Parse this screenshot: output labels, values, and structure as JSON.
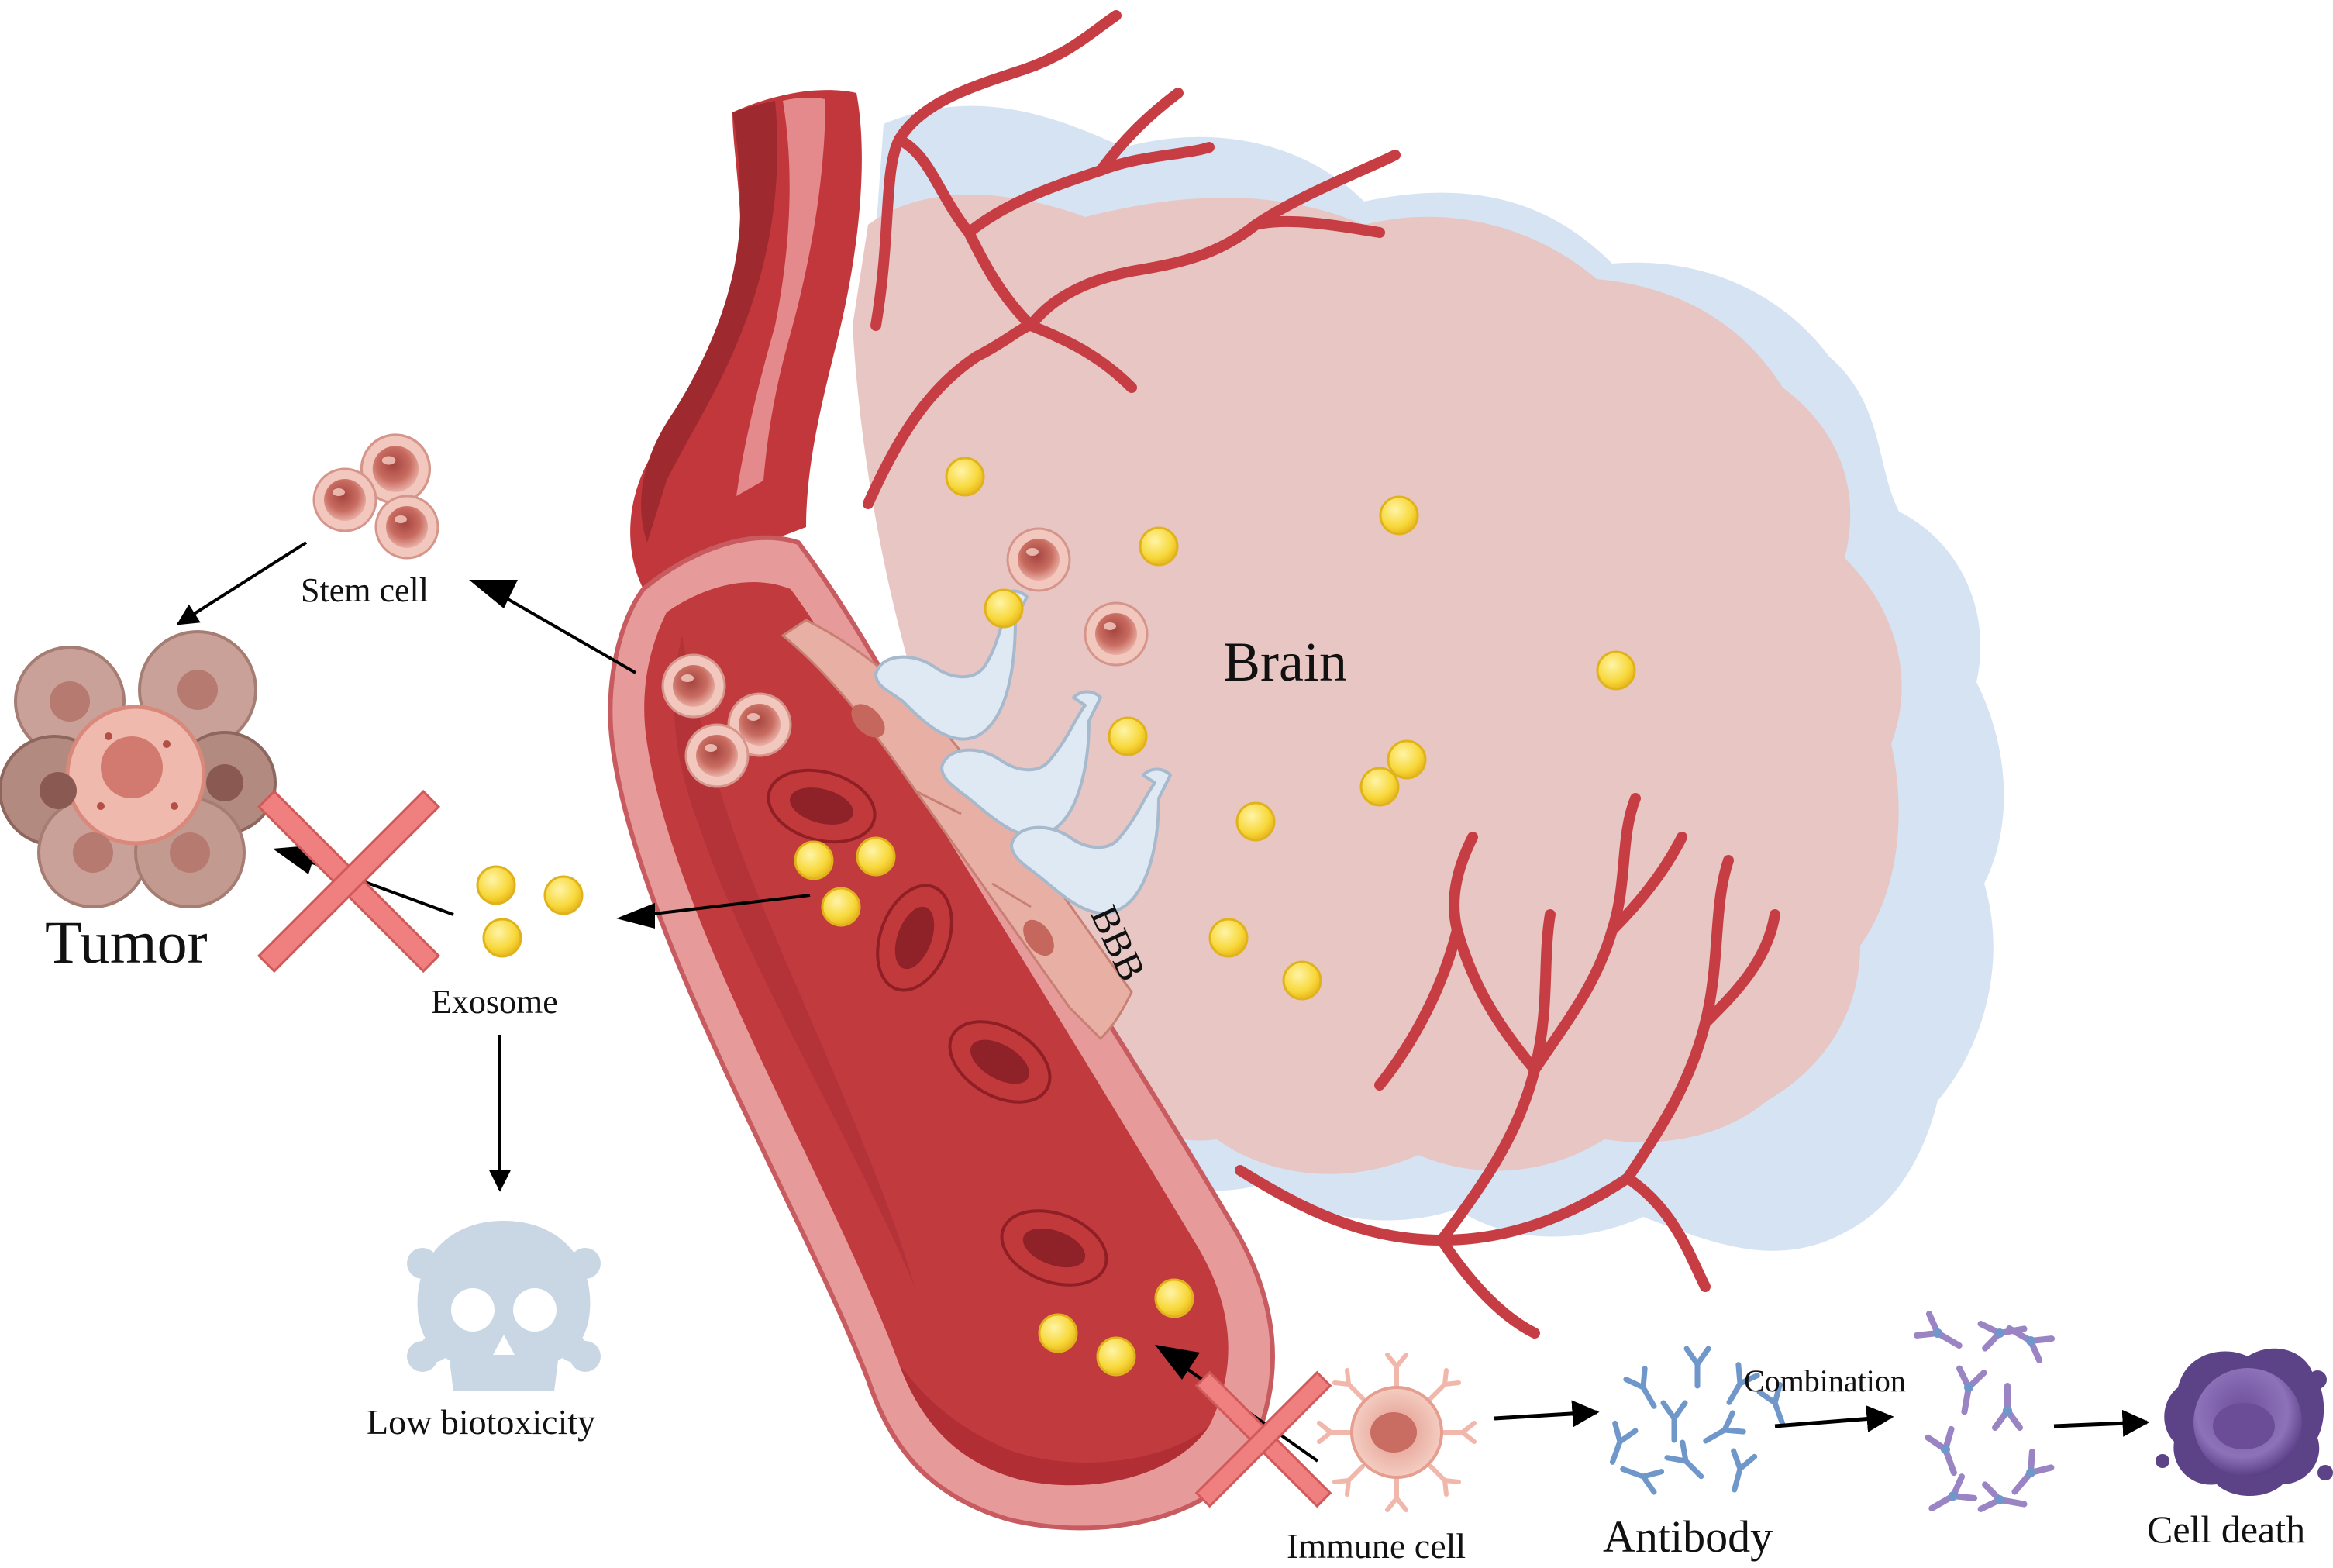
{
  "labels": {
    "brain": "Brain",
    "bbb": "BBB",
    "stem_cell": "Stem cell",
    "tumor": "Tumor",
    "exosome": "Exosome",
    "low_biotoxicity": "Low biotoxicity",
    "immune_cell": "Immune cell",
    "antibody": "Antibody",
    "combination": "Combination",
    "cell_death": "Cell death"
  },
  "colors": {
    "vessel_dark": "#b5363b",
    "vessel_mid": "#cc474a",
    "vessel_wall": "#e48a8c",
    "brain_tissue": "#e8c6c4",
    "brain_halo": "#d5e3f3",
    "exosome": "#f7d83a",
    "stem_cell": "#c86b60",
    "astrocyte_foot": "#dfe9f3",
    "blocked_cross": "#f07f7f",
    "skull": "#c9d6e3",
    "antibody_blue": "#7fa6d4",
    "antibody_purple": "#9a84c4",
    "dead_cell": "#7b5ca6"
  },
  "icons": [
    "stem-cell-icon",
    "tumor-icon",
    "exosome-icon",
    "skull-crossbones-icon",
    "immune-cell-icon",
    "antibody-icon",
    "dead-cell-icon",
    "blocked-cross-icon"
  ]
}
